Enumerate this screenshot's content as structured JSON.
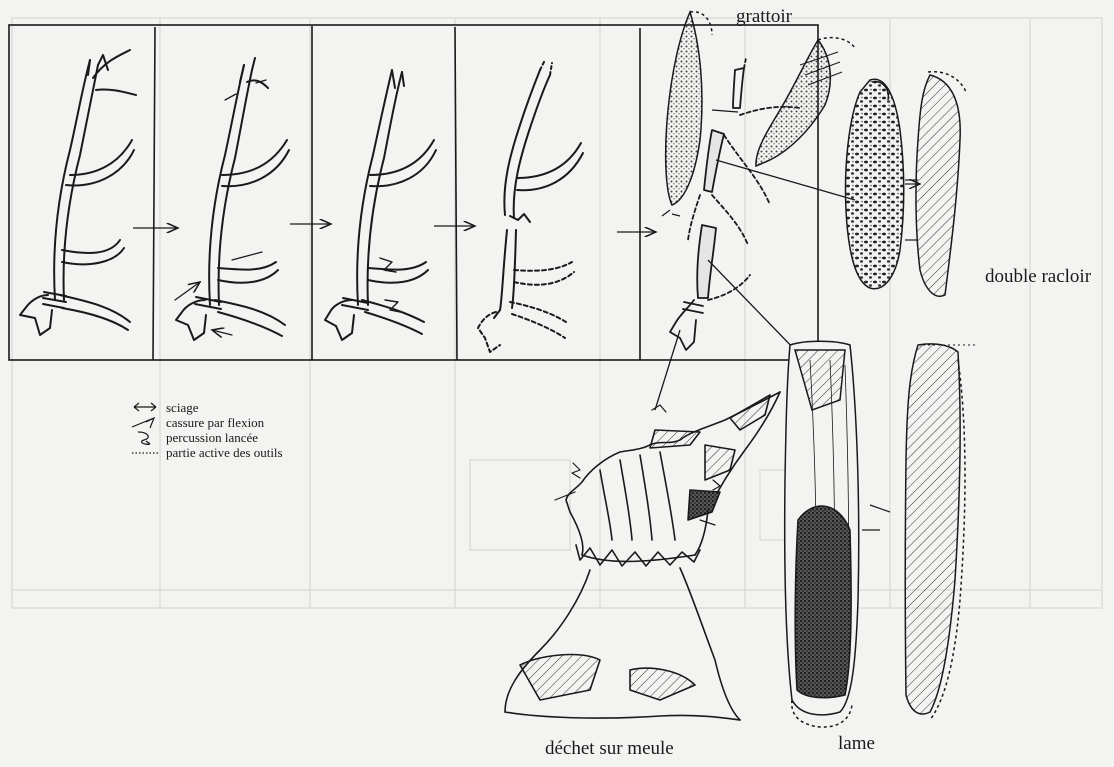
{
  "labels": {
    "grattoir": "grattoir",
    "double_racloir": "double racloir",
    "dechet": "déchet sur meule",
    "lame": "lame"
  },
  "legend": [
    {
      "symbol": "double-arrow-icon",
      "text": "sciage"
    },
    {
      "symbol": "flexion-break-icon",
      "text": "cassure par flexion"
    },
    {
      "symbol": "curved-impact-icon",
      "text": "percussion lancée"
    },
    {
      "symbol": "dotted-line-icon",
      "text": "partie active des outils"
    }
  ],
  "colors": {
    "background": "#f3f3f1",
    "ink": "#1a1a1a",
    "faded_grid": "#dcdcda"
  }
}
